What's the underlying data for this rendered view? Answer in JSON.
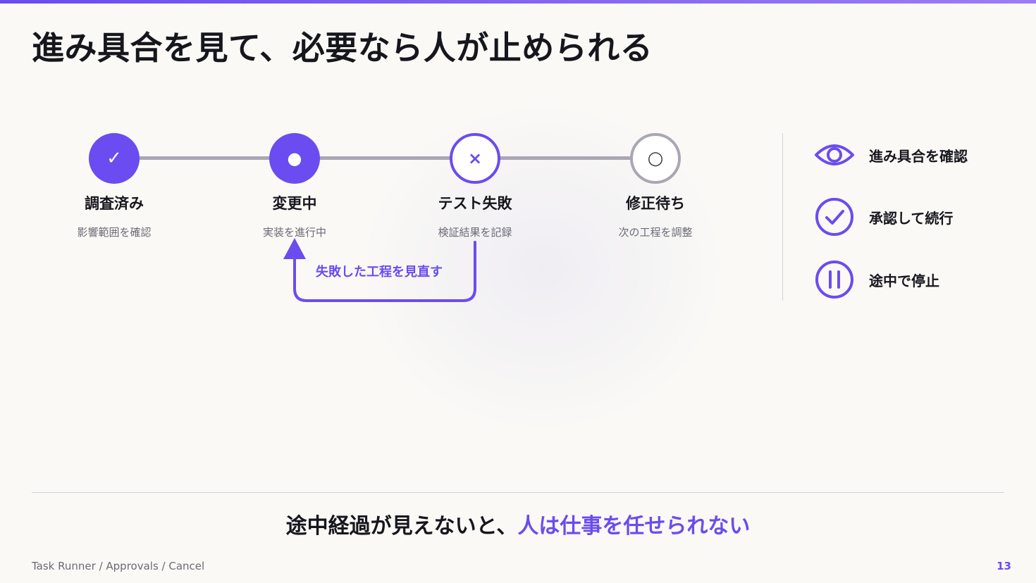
{
  "title": "進み具合を見て、必要なら人が止められる",
  "steps": [
    {
      "label": "調査済み",
      "sub": "影響範囲を確認",
      "symbol": "✓",
      "state": "done"
    },
    {
      "label": "変更中",
      "sub": "実装を進行中",
      "symbol": "●",
      "state": "current"
    },
    {
      "label": "テスト失敗",
      "sub": "検証結果を記録",
      "symbol": "×",
      "state": "failed"
    },
    {
      "label": "修正待ち",
      "sub": "次の工程を調整",
      "symbol": "○",
      "state": "pending"
    }
  ],
  "loop_label": "失敗した工程を見直す",
  "actions": [
    {
      "label": "進み具合を確認",
      "icon": "eye-icon"
    },
    {
      "label": "承認して続行",
      "icon": "check-circle-icon"
    },
    {
      "label": "途中で停止",
      "icon": "pause-circle-icon"
    }
  ],
  "takeaway": {
    "prefix": "途中経過が見えないと、",
    "highlight": "人は仕事を任せられない"
  },
  "footer": {
    "breadcrumb": "Task Runner / Approvals / Cancel",
    "page": "13"
  },
  "colors": {
    "accent": "#6a4cf0",
    "track": "#aaa6b3",
    "text": "#16161d",
    "muted": "#6b6b76",
    "background": "#faf9f6"
  }
}
